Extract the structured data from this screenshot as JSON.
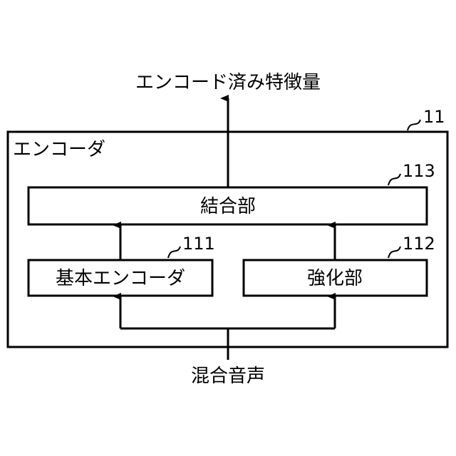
{
  "diagram": {
    "output_label": "エンコード済み特徴量",
    "input_label": "混合音声",
    "encoder": {
      "title": "エンコーダ",
      "ref": "11"
    },
    "combiner": {
      "label": "結合部",
      "ref": "113"
    },
    "base_encoder": {
      "label": "基本エンコーダ",
      "ref": "111"
    },
    "enhancer": {
      "label": "強化部",
      "ref": "112"
    }
  },
  "colors": {
    "stroke": "#000000",
    "background": "#ffffff"
  }
}
